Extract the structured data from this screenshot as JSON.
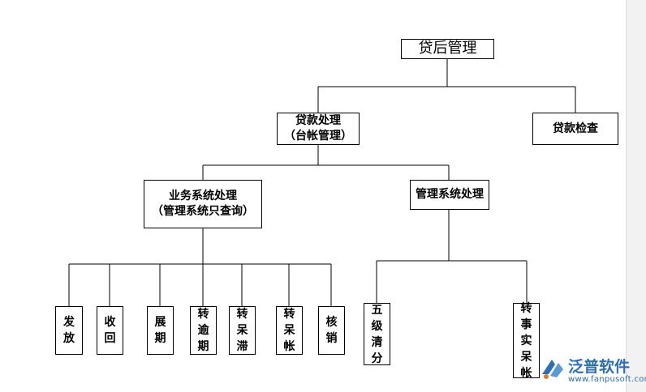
{
  "diagram": {
    "root": {
      "label": "贷后管理"
    },
    "loan_processing": {
      "line1": "贷款处理",
      "line2": "（台帐管理）"
    },
    "loan_inspection": {
      "label": "贷款检查"
    },
    "business_system": {
      "line1": "业务系统处理",
      "line2": "（管理系统只查询）"
    },
    "management_system": {
      "label": "管理系统处理"
    },
    "business_leaves": [
      {
        "id": "issue",
        "chars": [
          "发",
          "放"
        ]
      },
      {
        "id": "recover",
        "chars": [
          "收",
          "回"
        ]
      },
      {
        "id": "extend",
        "chars": [
          "展",
          "期"
        ]
      },
      {
        "id": "overdue",
        "chars": [
          "转",
          "逾",
          "期"
        ]
      },
      {
        "id": "stagnant",
        "chars": [
          "转",
          "呆",
          "滞"
        ]
      },
      {
        "id": "bad-debt",
        "chars": [
          "转",
          "呆",
          "帐"
        ]
      },
      {
        "id": "write-off",
        "chars": [
          "核",
          "销"
        ]
      }
    ],
    "management_leaves": [
      {
        "id": "five-level",
        "chars": [
          "五",
          "级",
          "清",
          "分"
        ]
      },
      {
        "id": "actual-bad",
        "chars": [
          "转",
          "事",
          "实",
          "呆",
          "帐"
        ]
      }
    ]
  },
  "logo": {
    "name": "泛普软件",
    "url": "www.fanpusoft.com",
    "color": "#2f6fb0"
  }
}
